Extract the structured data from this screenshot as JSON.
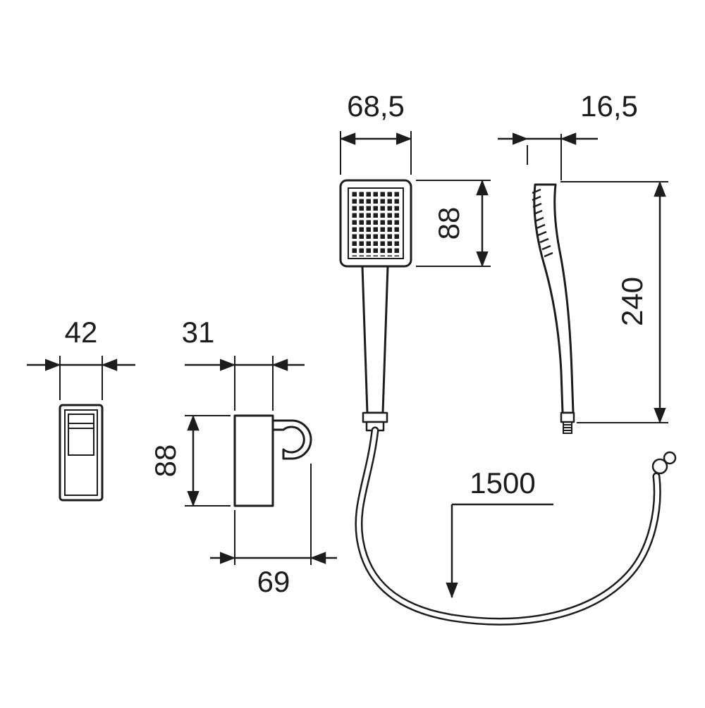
{
  "colors": {
    "ink": "#1c1c1c",
    "background": "#ffffff"
  },
  "dimensions": {
    "head_width": "68,5",
    "head_height": "88",
    "handle_top_depth": "16,5",
    "handle_length": "240",
    "bracket_width": "42",
    "bracket_plate_depth": "31",
    "bracket_height": "88",
    "bracket_total_depth": "69",
    "hose_length": "1500"
  }
}
